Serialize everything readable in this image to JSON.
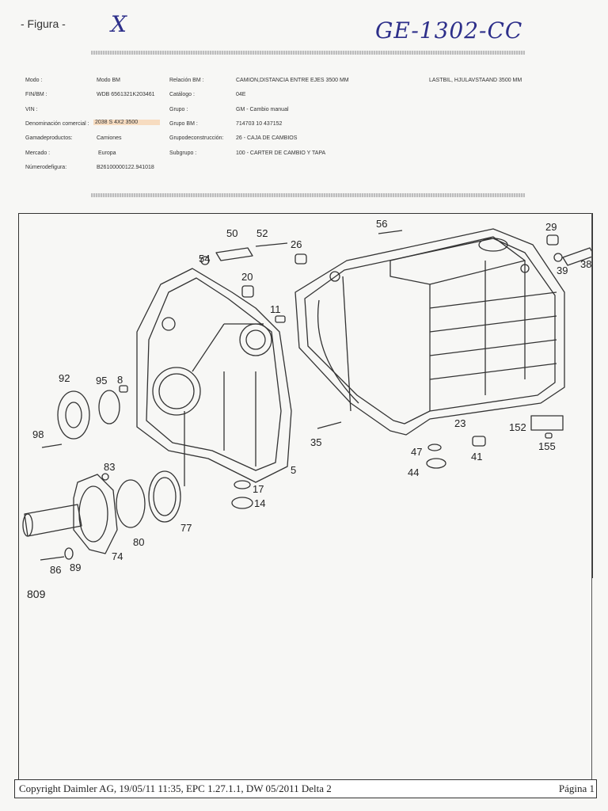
{
  "header": {
    "figure_label": "- Figura -",
    "handwritten_mark": "X",
    "handwritten_ref": "GE-1302-CC"
  },
  "info": {
    "left": [
      {
        "label": "Modo :",
        "value": "Modo BM"
      },
      {
        "label": "FIN/BM :",
        "value": "WDB 6561321K203461"
      },
      {
        "label": "VIN :",
        "value": ""
      },
      {
        "label": "Denominación comercial :",
        "value": "2038 S   4X2   3500"
      },
      {
        "label": "Gamadeproductos:",
        "value": "Camiones"
      },
      {
        "label": "Mercado :",
        "value": "Europa"
      },
      {
        "label": "Númerodefigura:",
        "value": "B26100000122.941018"
      }
    ],
    "right": [
      {
        "label": "Relación BM :",
        "value": "CAMION,DISTANCIA ENTRE EJES 3500 MM"
      },
      {
        "label": "Catálogo :",
        "value": "04E"
      },
      {
        "label": "Grupo :",
        "value": "GM - Cambio manual"
      },
      {
        "label": "Grupo BM :",
        "value": "714703 10 437152"
      },
      {
        "label": "Grupodeconstrucción:",
        "value": "26 - CAJA DE CAMBIOS"
      },
      {
        "label": "Subgrupo :",
        "value": "100 - CARTER DE CAMBIO Y TAPA"
      }
    ],
    "extra": "LASTBIL, HJULAVSTAAND 3500 MM"
  },
  "parts": [
    "50",
    "52",
    "56",
    "29",
    "54",
    "26",
    "38",
    "39",
    "20",
    "11",
    "92",
    "95",
    "8",
    "98",
    "35",
    "23",
    "152",
    "155",
    "47",
    "41",
    "44",
    "83",
    "17",
    "14",
    "5",
    "77",
    "80",
    "74",
    "86",
    "89"
  ],
  "page_number": "809",
  "footer": {
    "copyright": "Copyright Daimler AG, 19/05/11 11:35, EPC 1.27.1.1, DW 05/2011 Delta 2",
    "page": "Página 1"
  }
}
